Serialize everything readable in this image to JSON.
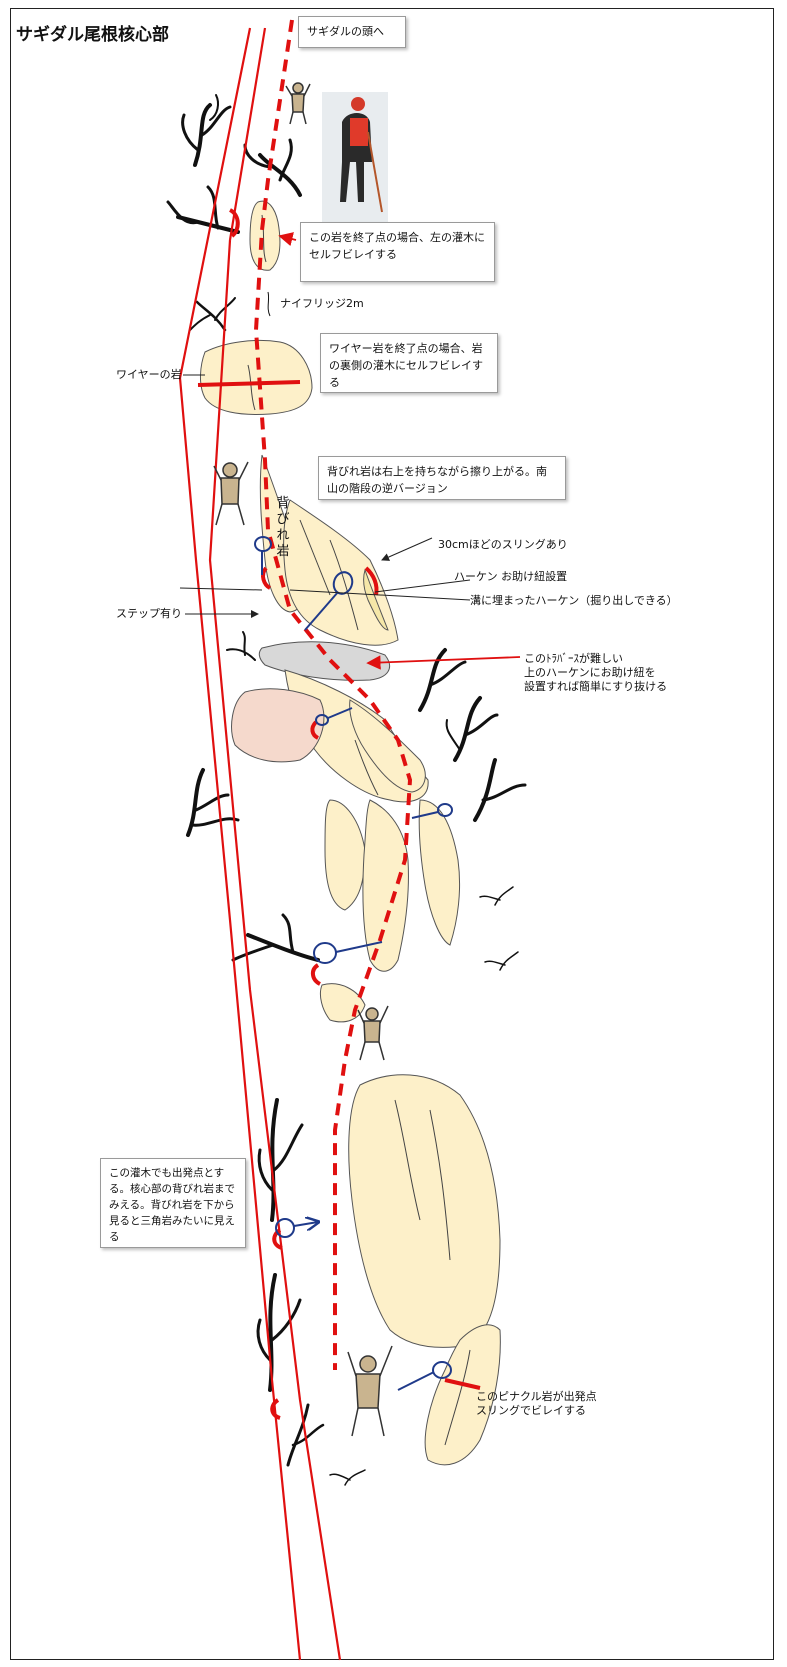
{
  "title": "サギダル尾根核心部",
  "colors": {
    "route_main": "#e01010",
    "route_dashed": "#e01010",
    "rock_fill": "#fdf0c9",
    "rock_pink": "#f5d9cc",
    "rock_outline": "#555555",
    "anchor_blue": "#1f3a8a",
    "slab_grey": "#d8d8d8"
  },
  "callouts": {
    "to_head": "サギダルの頭へ",
    "end_rock": "この岩を終了点の場合、左の灌木にセルフビレイする",
    "knife_ridge": "ナイフリッジ2m",
    "wire_rock_label": "ワイヤーの岩",
    "wire_end": "ワイヤー岩を終了点の場合、岩の裏側の灌木にセルフビレイする",
    "sebire_note": "背びれ岩は右上を持ちながら擦り上がる。南山の階段の逆バージョン",
    "sebire_rock": "背びれ岩",
    "sling_30": "30cmほどのスリングあり",
    "haken_rope": "ハーケン お助け紐設置",
    "groove_haken": "溝に埋まったハーケン（掘り出しできる）",
    "step": "ステップ有り",
    "traverse_1": "このﾄﾗﾊﾞｰｽが難しい",
    "traverse_2": "上のハーケンにお助け紐を",
    "traverse_3": "設置すれば簡単にすり抜ける",
    "shrub_start": "この灌木でも出発点とする。核心部の背びれ岩までみえる。背びれ岩を下から見ると三角岩みたいに見える",
    "pinnacle_1": "このピナクル岩が出発点",
    "pinnacle_2": "スリングでビレイする"
  }
}
